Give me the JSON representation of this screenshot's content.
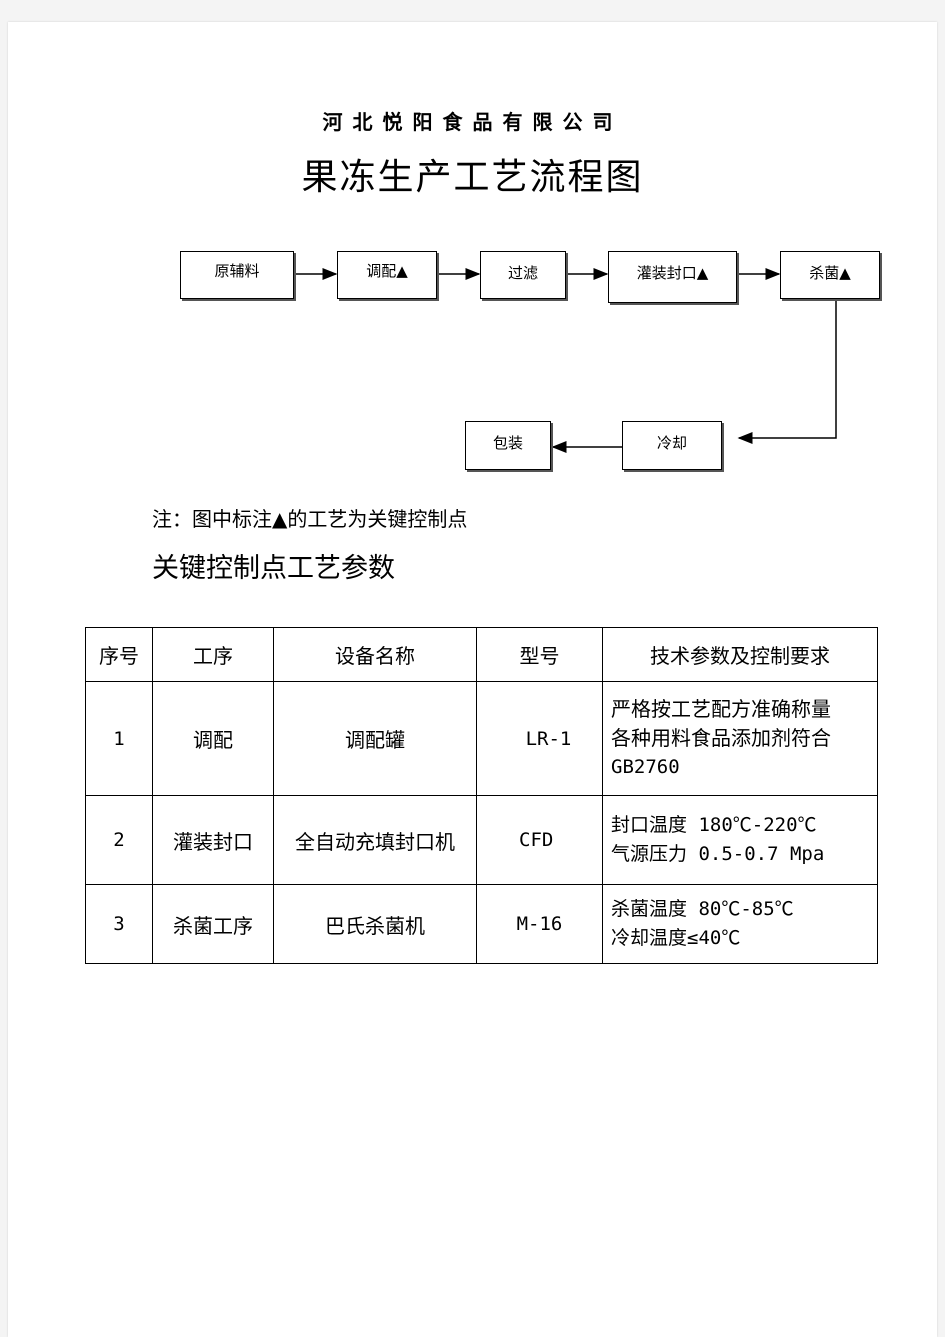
{
  "header": {
    "company": "河北悦阳食品有限公司",
    "title": "果冻生产工艺流程图"
  },
  "flow": {
    "steps": [
      "原辅料",
      "调配▲",
      "过滤",
      "灌装封口▲",
      "杀菌▲",
      "冷却",
      "包装"
    ]
  },
  "note": "注：图中标注▲的工艺为关键控制点",
  "section_title": "关键控制点工艺参数",
  "table": {
    "headers": [
      "序号",
      "工序",
      "设备名称",
      "型号",
      "技术参数及控制要求"
    ],
    "rows": [
      {
        "no": "1",
        "process": "调配",
        "equipment": "调配罐",
        "model": "LR-1",
        "req": [
          "严格按工艺配方准确称量",
          "各种用料食品添加剂符合",
          "GB2760"
        ]
      },
      {
        "no": "2",
        "process": "灌装封口",
        "equipment": "全自动充填封口机",
        "model": "CFD",
        "req": [
          "封口温度 180℃-220℃",
          "气源压力 0.5-0.7 Mpa"
        ]
      },
      {
        "no": "3",
        "process": "杀菌工序",
        "equipment": "巴氏杀菌机",
        "model": "M-16",
        "req": [
          "杀菌温度 80℃-85℃",
          "冷却温度≤40℃"
        ]
      }
    ]
  }
}
